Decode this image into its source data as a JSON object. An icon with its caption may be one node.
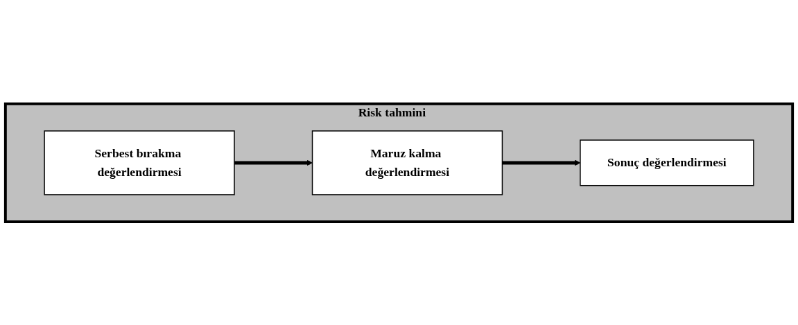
{
  "diagram": {
    "nodes": [
      {
        "text": [
          "Risk tahmini"
        ]
      },
      {
        "text": [
          "Serbest bırakma değerlendirmesi"
        ],
        "in": 0
      },
      {
        "text": [
          "Maruz kalma değerlendirmesi"
        ],
        "in": 0
      },
      {
        "text": [
          "Sonuç değerlendirmesi"
        ],
        "in": 0
      }
    ],
    "edges": [
      {
        "from": 1,
        "to": 2,
        "arrow": "to"
      },
      {
        "from": 2,
        "to": 3,
        "arrow": "to"
      }
    ]
  }
}
